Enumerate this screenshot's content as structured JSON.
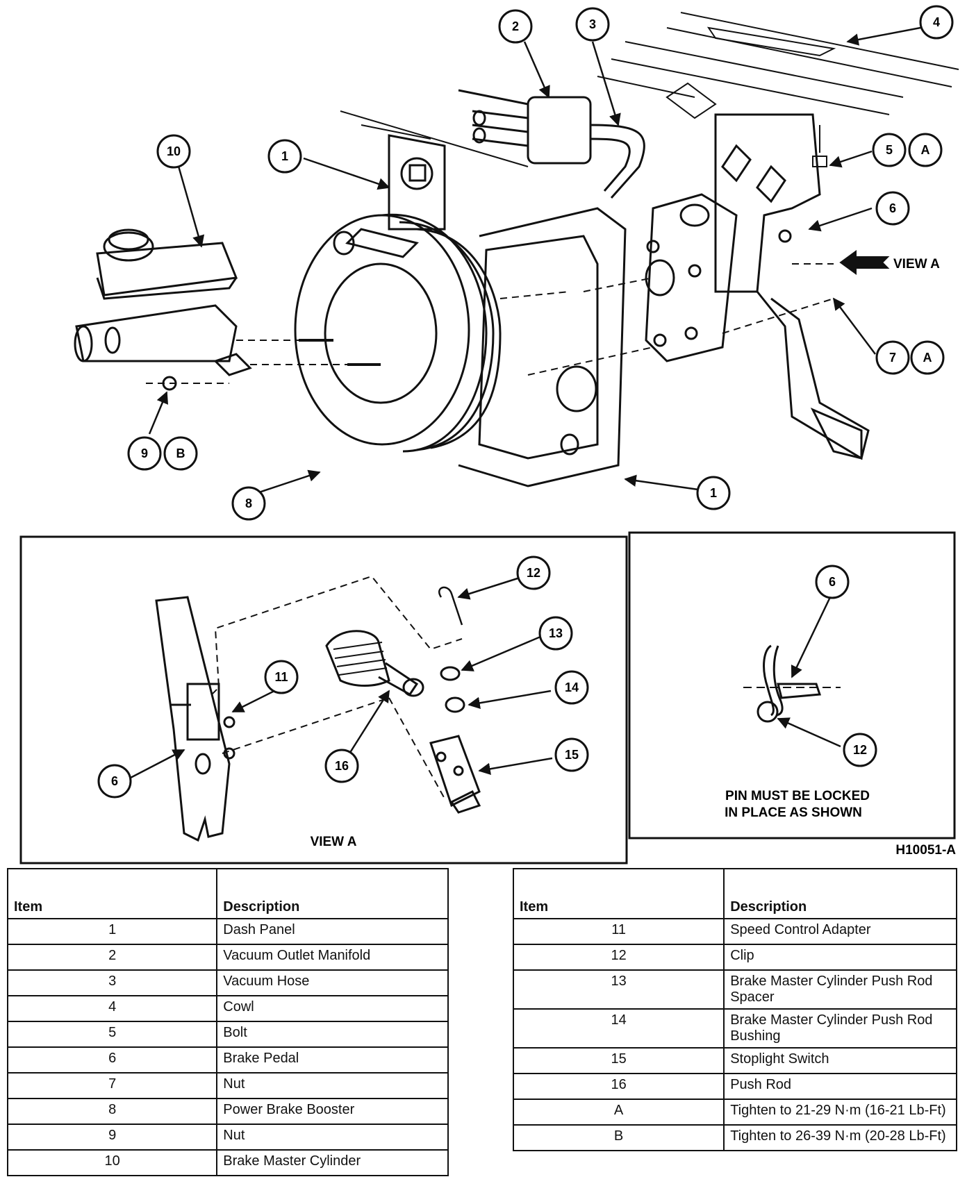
{
  "figure_code": "H10051-A",
  "callouts": {
    "c1a": "1",
    "c1b": "1",
    "c2": "2",
    "c3": "3",
    "c4": "4",
    "c5": "5",
    "c6": "6",
    "c7": "7",
    "c8": "8",
    "c9": "9",
    "c10": "10",
    "cA5": "A",
    "cA7": "A",
    "cB9": "B",
    "d6": "6",
    "d11": "11",
    "d12": "12",
    "d13": "13",
    "d14": "14",
    "d15": "15",
    "d16": "16",
    "e6": "6",
    "e12": "12"
  },
  "labels": {
    "view_a_arrow": "VIEW A",
    "view_a_caption": "VIEW A",
    "pin_note_line1": "PIN MUST BE LOCKED",
    "pin_note_line2": "IN PLACE AS SHOWN"
  },
  "table_left": {
    "header_item": "Item",
    "header_desc": "Description",
    "rows": [
      {
        "item": "1",
        "desc": "Dash Panel"
      },
      {
        "item": "2",
        "desc": "Vacuum Outlet Manifold"
      },
      {
        "item": "3",
        "desc": "Vacuum Hose"
      },
      {
        "item": "4",
        "desc": "Cowl"
      },
      {
        "item": "5",
        "desc": "Bolt"
      },
      {
        "item": "6",
        "desc": "Brake Pedal"
      },
      {
        "item": "7",
        "desc": "Nut"
      },
      {
        "item": "8",
        "desc": "Power Brake Booster"
      },
      {
        "item": "9",
        "desc": "Nut"
      },
      {
        "item": "10",
        "desc": "Brake Master Cylinder"
      }
    ]
  },
  "table_right": {
    "header_item": "Item",
    "header_desc": "Description",
    "rows": [
      {
        "item": "11",
        "desc": "Speed Control Adapter"
      },
      {
        "item": "12",
        "desc": "Clip"
      },
      {
        "item": "13",
        "desc": "Brake Master Cylinder Push Rod Spacer"
      },
      {
        "item": "14",
        "desc": "Brake Master Cylinder Push Rod Bushing"
      },
      {
        "item": "15",
        "desc": "Stoplight Switch"
      },
      {
        "item": "16",
        "desc": "Push Rod"
      },
      {
        "item": "A",
        "desc": "Tighten to 21-29 N·m (16-21 Lb-Ft)"
      },
      {
        "item": "B",
        "desc": "Tighten to 26-39 N·m (20-28 Lb-Ft)"
      }
    ]
  }
}
